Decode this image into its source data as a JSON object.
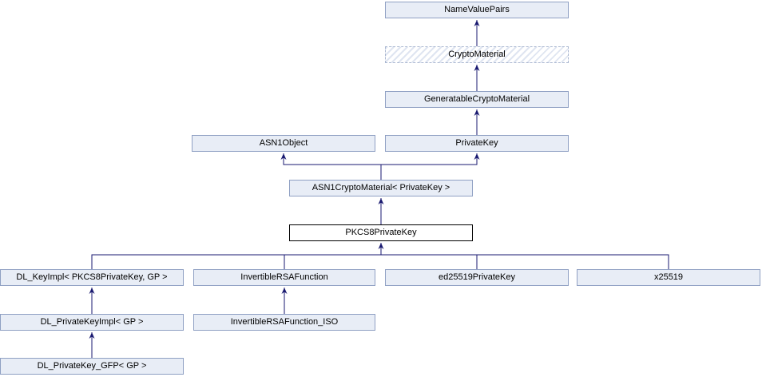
{
  "diagram": {
    "type": "class-inheritance-graph",
    "current_class": "PKCS8PrivateKey"
  },
  "nodes": [
    {
      "label": "NameValuePairs"
    },
    {
      "label": "CryptoMaterial"
    },
    {
      "label": "GeneratableCryptoMaterial"
    },
    {
      "label": "ASN1Object"
    },
    {
      "label": "PrivateKey"
    },
    {
      "label": "ASN1CryptoMaterial< PrivateKey >"
    },
    {
      "label": "PKCS8PrivateKey"
    },
    {
      "label": "DL_KeyImpl< PKCS8PrivateKey, GP >"
    },
    {
      "label": "InvertibleRSAFunction"
    },
    {
      "label": "ed25519PrivateKey"
    },
    {
      "label": "x25519"
    },
    {
      "label": "DL_PrivateKeyImpl< GP >"
    },
    {
      "label": "InvertibleRSAFunction_ISO"
    },
    {
      "label": "DL_PrivateKey_GFP< GP >"
    }
  ],
  "colors": {
    "node_fill": "#e8edf6",
    "node_border": "#8fa0c3",
    "current_fill": "#ffffff",
    "current_border": "#000000",
    "hatch_stripe": "#dfe5f1",
    "hatch_border": "#a9b6d0",
    "arrow": "#191970",
    "text": "#000000",
    "canvas_bg": "#ffffff"
  }
}
